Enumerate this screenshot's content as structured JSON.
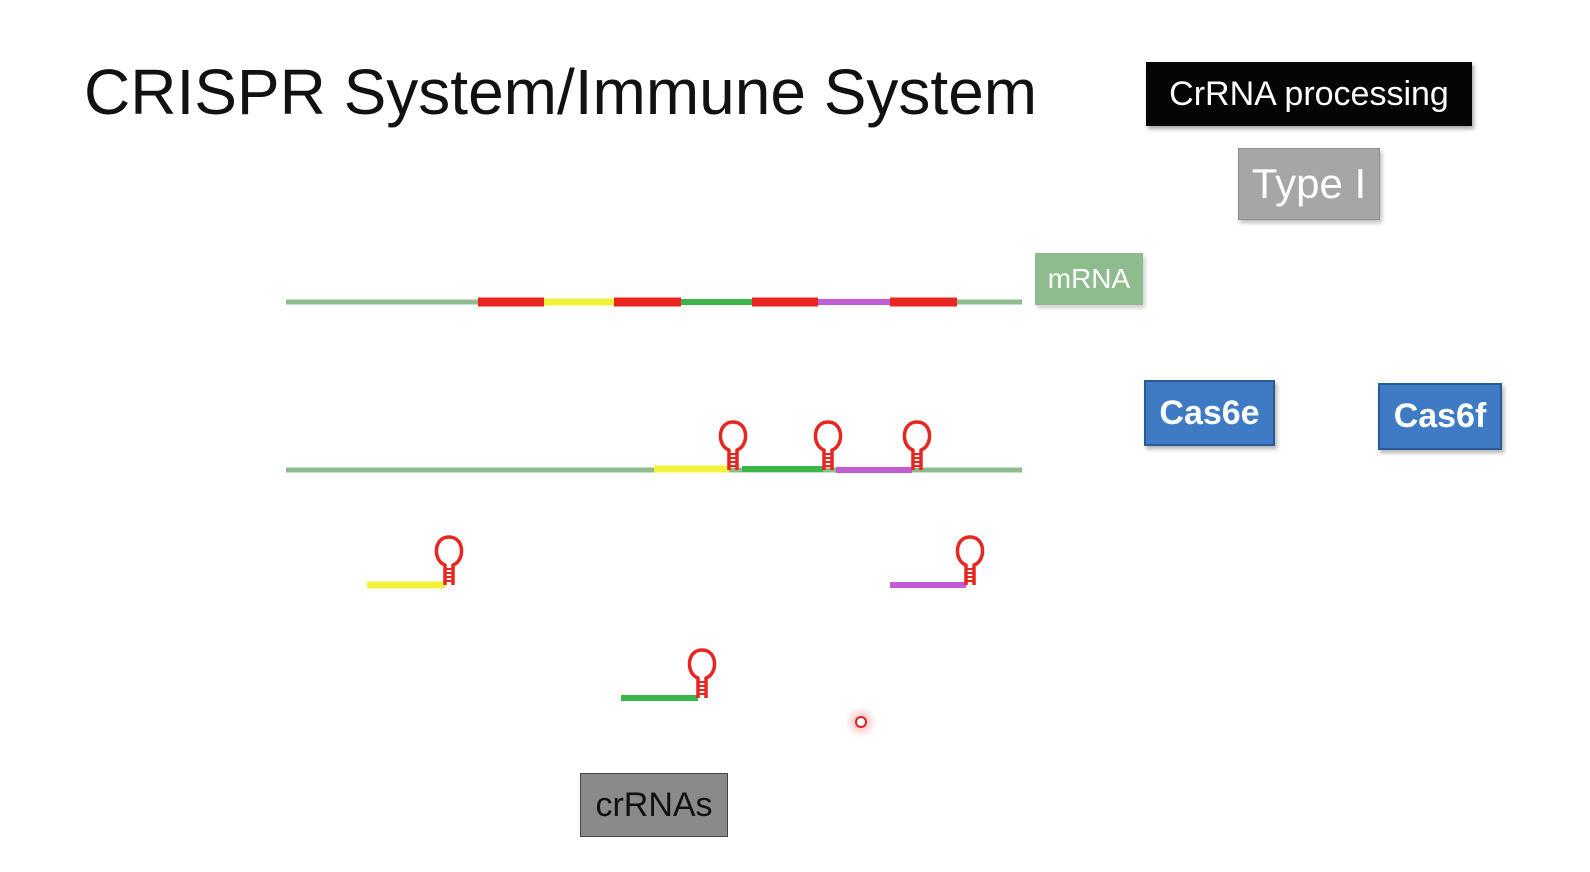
{
  "slide": {
    "title": "CRISPR System/Immune System"
  },
  "labels": {
    "crrna_processing": "CrRNA processing",
    "type": "Type I",
    "mrna": "mRNA",
    "cas6e": "Cas6e",
    "cas6f": "Cas6f",
    "crrnas": "crRNAs"
  },
  "colors": {
    "backbone": "#8fbc8f",
    "repeat": "#e8251f",
    "spacer_yellow": "#f2f23a",
    "spacer_green": "#3cb54a",
    "spacer_purple": "#c25bd6",
    "hairpin": "#e8251f"
  },
  "icons": {
    "hairpin": "rna-hairpin-icon",
    "pointer": "laser-pointer-icon"
  }
}
